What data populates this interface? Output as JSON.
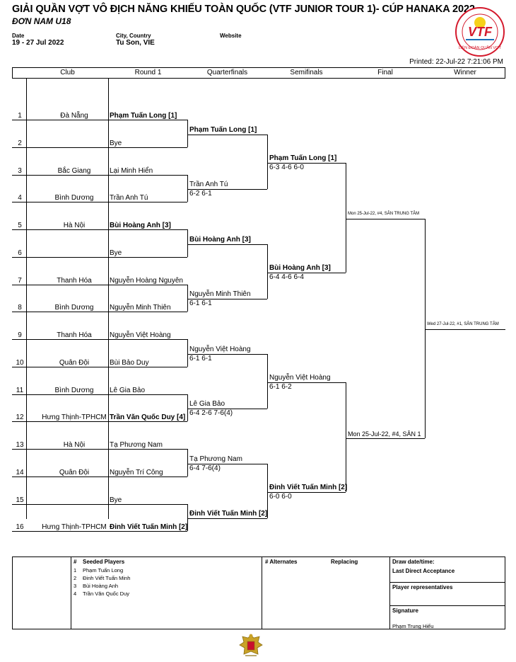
{
  "header": {
    "title": "GIẢI QUẦN VỢT VÔ ĐỊCH NĂNG KHIẾU TOÀN QUỐC (VTF JUNIOR TOUR 1)- CÚP HANAKA 2022",
    "subtitle": "ĐƠN NAM U18",
    "date_label": "Date",
    "date_value": "19 - 27 Jul 2022",
    "city_label": "City, Country",
    "city_value": "Tu Son, VIE",
    "website_label": "Website",
    "printed": "Printed: 22-Jul-22 7:21:06 PM"
  },
  "logo": {
    "text": "VTF",
    "ring_text": "LIÊN ĐOÀN QUẦN VỢT",
    "color": "#d4192c",
    "ball_color": "#f6d11b"
  },
  "columns": [
    "Club",
    "Round 1",
    "Quarterfinals",
    "Semifinals",
    "Final",
    "Winner"
  ],
  "entries": [
    {
      "num": "1",
      "club": "Đà Nẵng",
      "name": "Phạm Tuấn Long [1]",
      "bold": true
    },
    {
      "num": "2",
      "club": "",
      "name": "Bye",
      "bold": false
    },
    {
      "num": "3",
      "club": "Bắc Giang",
      "name": "Lại Minh Hiển",
      "bold": false
    },
    {
      "num": "4",
      "club": "Bình Dương",
      "name": "Trần Anh Tú",
      "bold": false
    },
    {
      "num": "5",
      "club": "Hà Nội",
      "name": "Bùi Hoàng Anh [3]",
      "bold": true
    },
    {
      "num": "6",
      "club": "",
      "name": "Bye",
      "bold": false
    },
    {
      "num": "7",
      "club": "Thanh Hóa",
      "name": "Nguyễn Hoàng Nguyên",
      "bold": false
    },
    {
      "num": "8",
      "club": "Bình Dương",
      "name": "Nguyễn Minh Thiên",
      "bold": false
    },
    {
      "num": "9",
      "club": "Thanh Hóa",
      "name": "Nguyễn Việt Hoàng",
      "bold": false
    },
    {
      "num": "10",
      "club": "Quân Đội",
      "name": "Bùi Bảo Duy",
      "bold": false
    },
    {
      "num": "11",
      "club": "Bình Dương",
      "name": "Lê Gia Bảo",
      "bold": false
    },
    {
      "num": "12",
      "club": "Hưng Thịnh-TPHCM",
      "name": "Trần Văn Quốc Duy [4]",
      "bold": true
    },
    {
      "num": "13",
      "club": "Hà Nội",
      "name": "Tạ Phương Nam",
      "bold": false
    },
    {
      "num": "14",
      "club": "Quân Đội",
      "name": "Nguyễn Trí Công",
      "bold": false
    },
    {
      "num": "15",
      "club": "",
      "name": "Bye",
      "bold": false
    },
    {
      "num": "16",
      "club": "Hưng Thịnh-TPHCM",
      "name": "Đinh Viết Tuấn Minh [2]",
      "bold": true
    }
  ],
  "quarterfinals": [
    {
      "name": "Phạm Tuấn Long [1]",
      "score": "",
      "bold": true
    },
    {
      "name": "Trần Anh Tú",
      "score": "6-2 6-1",
      "bold": false
    },
    {
      "name": "Bùi Hoàng Anh [3]",
      "score": "",
      "bold": true
    },
    {
      "name": "Nguyễn Minh Thiên",
      "score": "6-1 6-1",
      "bold": false
    },
    {
      "name": "Nguyễn Việt Hoàng",
      "score": "6-1 6-1",
      "bold": false
    },
    {
      "name": "Lê Gia Bảo",
      "score": "6-4 2-6 7-6(4)",
      "bold": false
    },
    {
      "name": "Tạ Phương Nam",
      "score": "6-4 7-6(4)",
      "bold": false
    },
    {
      "name": "Đinh Viết Tuấn Minh [2]",
      "score": "",
      "bold": true
    }
  ],
  "semifinals": [
    {
      "name": "Phạm Tuấn Long [1]",
      "score": "6-3 4-6 6-0",
      "bold": true
    },
    {
      "name": "Bùi Hoàng Anh [3]",
      "score": "6-4 4-6 6-4",
      "bold": true
    },
    {
      "name": "Nguyễn Việt Hoàng",
      "score": "6-1 6-2",
      "bold": false
    },
    {
      "name": "Đinh Viết Tuấn Minh [2]",
      "score": "6-0 6-0",
      "bold": true
    }
  ],
  "final": {
    "top_schedule": "Mon 25-Jul-22, #4, SÂN TRUNG TÂM",
    "bottom_schedule": "Mon 25-Jul-22, #4, SÂN 1",
    "winner_schedule": "Wed 27-Jul-22, #1, SÂN TRUNG TÂM"
  },
  "footer": {
    "hash": "#",
    "seeded_label": "Seeded Players",
    "seeded": [
      {
        "n": "1",
        "name": "Phạm Tuấn Long"
      },
      {
        "n": "2",
        "name": "Đinh Viết Tuấn Minh"
      },
      {
        "n": "3",
        "name": "Bùi Hoàng Anh"
      },
      {
        "n": "4",
        "name": "Trần Văn Quốc Duy"
      }
    ],
    "alternates_label": "# Alternates",
    "replacing_label": "Replacing",
    "draw_label": "Draw date/time:",
    "lda_label": "Last Direct Acceptance",
    "rep_label": "Player representatives",
    "signature_label": "Signature",
    "signature_name": "Phạm Trung Hiếu"
  }
}
